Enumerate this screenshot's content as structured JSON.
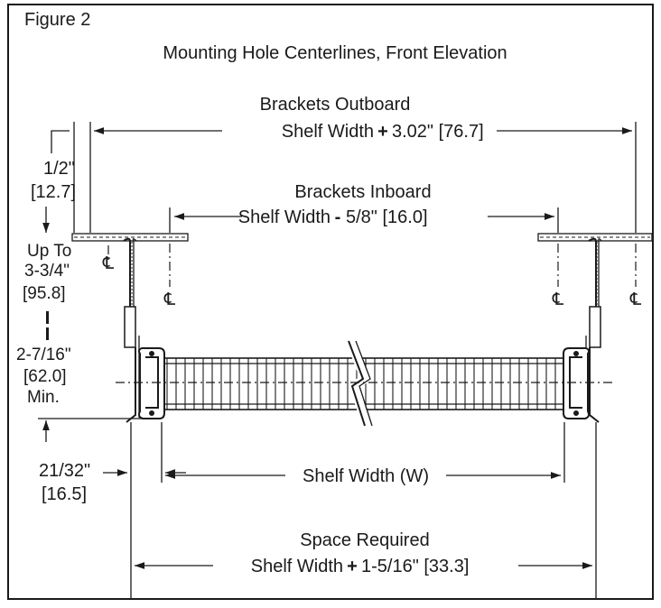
{
  "figure": {
    "label": "Figure 2",
    "title": "Mounting Hole Centerlines, Front Elevation"
  },
  "dimensions": {
    "outboard": {
      "line1": "Brackets Outboard",
      "line2_prefix": "Shelf Width",
      "line2_op": "+",
      "line2_value": "3.02\" [76.7]"
    },
    "inboard": {
      "line1": "Brackets Inboard",
      "line2_prefix": "Shelf Width",
      "line2_op": "-",
      "line2_value": "5/8\" [16.0]"
    },
    "half_inch": {
      "line1": "1/2\"",
      "line2": "[12.7]"
    },
    "up_to": {
      "line1": "Up To",
      "line2": "3-3/4\"",
      "line3": "[95.8]"
    },
    "min": {
      "line1": "2-7/16\"",
      "line2": "[62.0]",
      "line3": "Min."
    },
    "side": {
      "line1": "21/32\"",
      "line2": "[16.5]"
    },
    "shelf_width": {
      "label": "Shelf Width (W)"
    },
    "space_required": {
      "line1": "Space Required",
      "line2_prefix": "Shelf Width",
      "line2_op": "+",
      "line2_value": "1-5/16\" [33.3]"
    }
  },
  "centerline_symbol": "℄",
  "colors": {
    "ink": "#1a1a1a",
    "background": "#ffffff"
  }
}
